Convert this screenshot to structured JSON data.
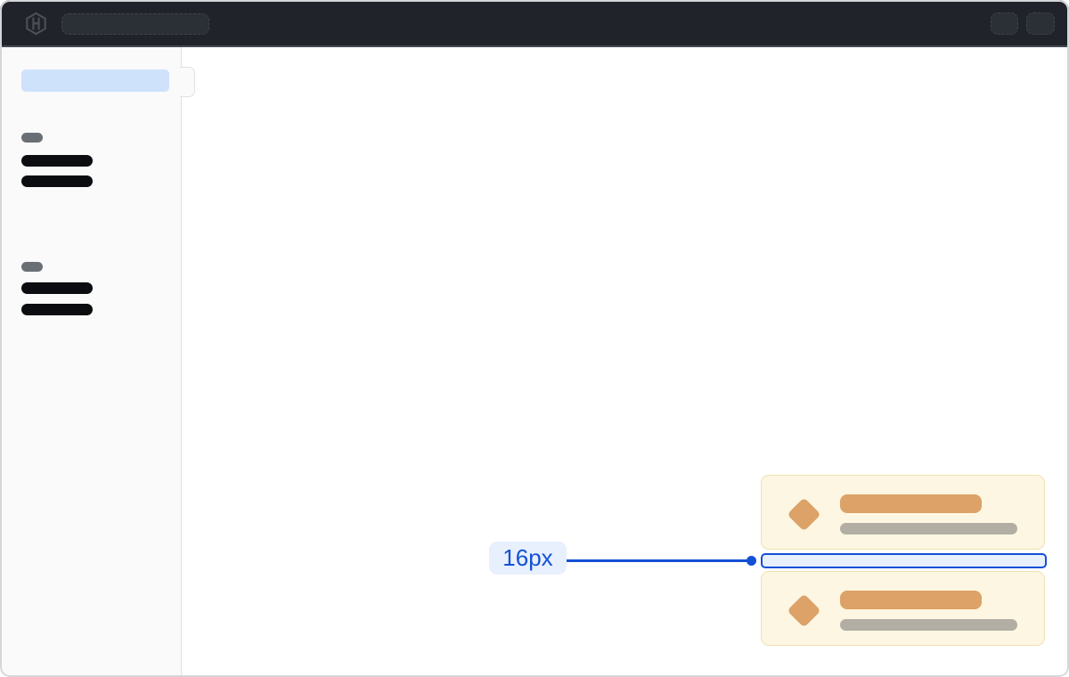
{
  "annotation": {
    "label": "16px",
    "measures": "vertical-gap-between-cards"
  },
  "topbar": {
    "logo_icon": "hashicorp-logo-icon",
    "skeletons": {
      "search_placeholder": "loading-pill",
      "actions": [
        "loading-pill",
        "loading-pill"
      ]
    }
  },
  "sidebar": {
    "active_item_skeleton": "loading-bar-blue",
    "toggle": "sidebar-collapse-handle",
    "groups": [
      {
        "label_skeleton": "loading-pill-gray",
        "item_skeletons": [
          "loading-bar-dark",
          "loading-bar-dark"
        ]
      },
      {
        "label_skeleton": "loading-pill-gray",
        "item_skeletons": [
          "loading-bar-dark",
          "loading-bar-dark"
        ]
      }
    ]
  },
  "cards": [
    {
      "icon": "diamond-icon",
      "title_skeleton": "loading-bar-orange",
      "subtitle_skeleton": "loading-bar-gray"
    },
    {
      "icon": "diamond-icon",
      "title_skeleton": "loading-bar-orange",
      "subtitle_skeleton": "loading-bar-gray"
    }
  ],
  "colors": {
    "accent_blue": "#1450d6",
    "accent_blue_light": "#e8f0fd",
    "topbar_bg": "#202329",
    "topbar_skeleton": "#2b2f36",
    "sidebar_bg": "#fafafa",
    "sidebar_active_blue": "#cfe2fc",
    "skeleton_gray": "#6a6f76",
    "skeleton_dark": "#0c0d10",
    "card_bg": "#fdf6e2",
    "card_border": "#f0e0b2",
    "card_orange": "#dca267",
    "card_gray": "#b2aea4",
    "window_border": "#d6d6da"
  }
}
